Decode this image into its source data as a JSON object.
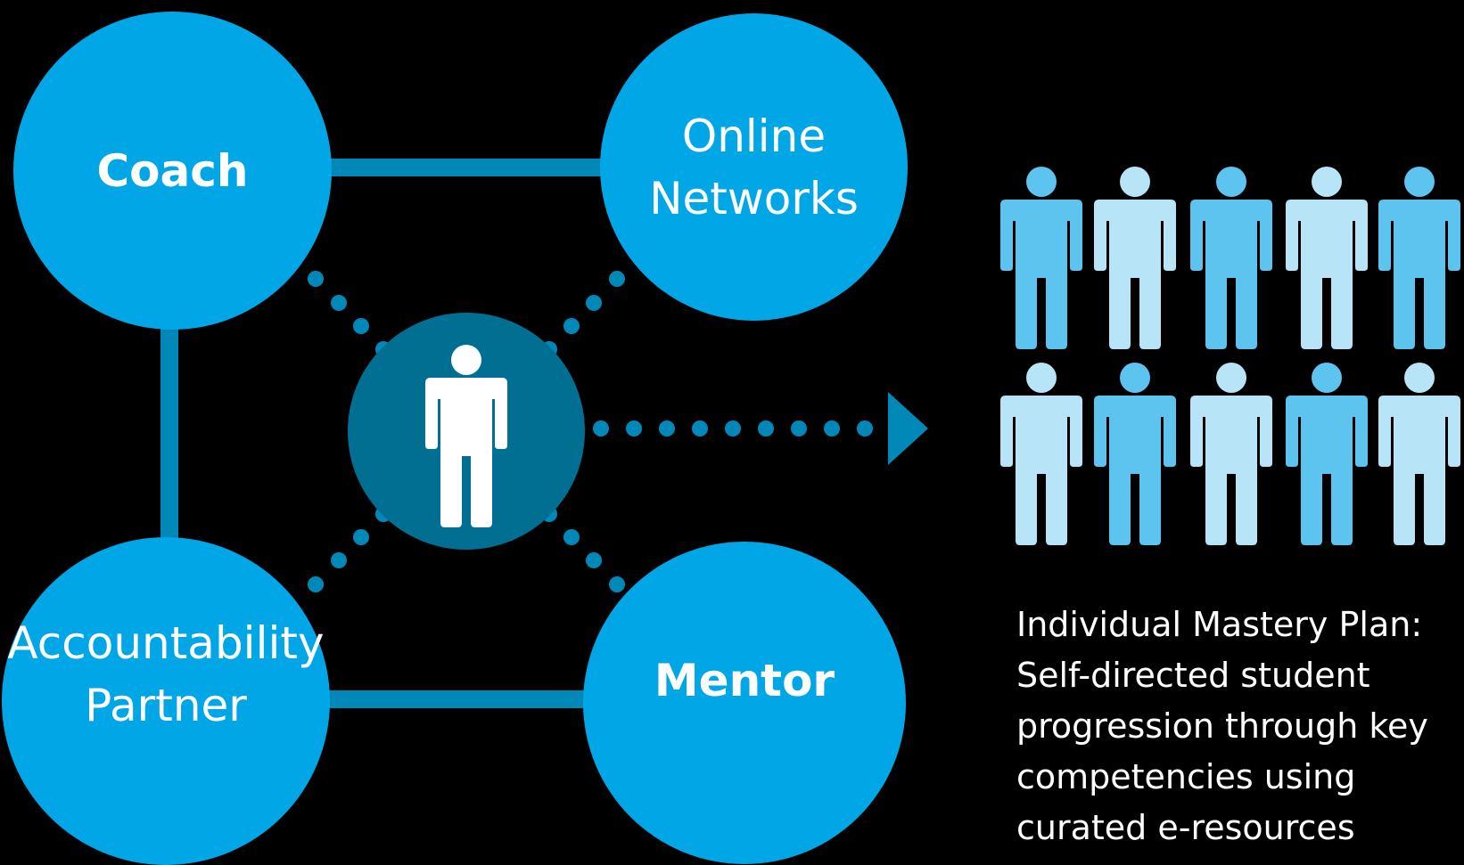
{
  "nodes": {
    "coach": "Coach",
    "online_networks": [
      "Online",
      "Networks"
    ],
    "accountability_partner": [
      "Accountability",
      "Partner"
    ],
    "mentor": "Mentor"
  },
  "caption": {
    "lines": [
      "Individual Mastery Plan:",
      "Self-directed student",
      "progression through key",
      "competencies using",
      "curated e-resources"
    ]
  },
  "colors": {
    "background": "#000000",
    "node_blue": "#00a6e6",
    "center_teal": "#006f92",
    "connector": "#0089b8",
    "person_light": "#b8e4f8",
    "person_mid": "#5cc4ef",
    "text": "#ffffff"
  },
  "icons": {
    "center": "person-icon",
    "crowd": "people-group-icon",
    "arrow": "arrow-right-icon"
  }
}
